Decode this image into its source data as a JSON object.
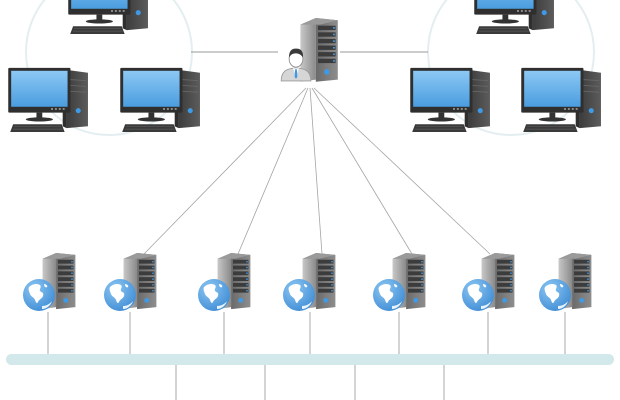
{
  "diagram": {
    "type": "network-topology",
    "colors": {
      "background": "#ffffff",
      "link": "#9a9a9a",
      "bus": "#d2e8ea",
      "cluster_ring": "#e6eff0",
      "screen_top": "#8cc8f4",
      "screen_bottom": "#4a9ddf",
      "case_dark": "#4a4a4a",
      "server_light": "#b8b8b8",
      "server_dark": "#555555",
      "led": "#3e9ae6",
      "globe_ocean": "#4f9fe0",
      "globe_land": "#ffffff"
    },
    "central_node": {
      "id": "admin-server",
      "icons": [
        "server-icon",
        "administrator-icon"
      ]
    },
    "clusters": [
      {
        "id": "cluster-left",
        "workstations": [
          "ws-left-top",
          "ws-left-bottom-1",
          "ws-left-bottom-2"
        ]
      },
      {
        "id": "cluster-right",
        "workstations": [
          "ws-right-top",
          "ws-right-bottom-1",
          "ws-right-bottom-2"
        ]
      }
    ],
    "web_servers": [
      "web-server-1",
      "web-server-2",
      "web-server-3",
      "web-server-4",
      "web-server-5",
      "web-server-6",
      "web-server-7"
    ],
    "links": [
      {
        "from": "admin-server",
        "to": "cluster-left"
      },
      {
        "from": "admin-server",
        "to": "cluster-right"
      },
      {
        "from": "admin-server",
        "to": "web-server-2"
      },
      {
        "from": "admin-server",
        "to": "web-server-3"
      },
      {
        "from": "admin-server",
        "to": "web-server-4"
      },
      {
        "from": "admin-server",
        "to": "web-server-5"
      },
      {
        "from": "admin-server",
        "to": "web-server-6"
      }
    ],
    "bus": {
      "id": "network-bus",
      "connected": [
        "web-server-1",
        "web-server-2",
        "web-server-3",
        "web-server-4",
        "web-server-5",
        "web-server-6",
        "web-server-7"
      ],
      "downlinks": 4
    }
  }
}
